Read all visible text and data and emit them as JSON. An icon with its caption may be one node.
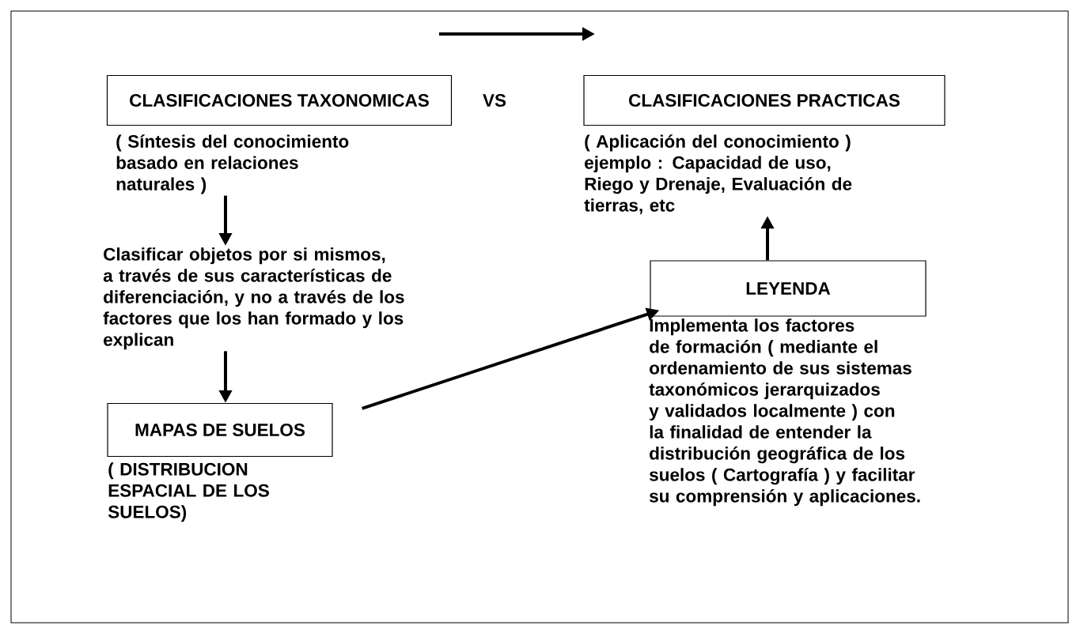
{
  "diagram": {
    "nodes": [
      {
        "text": [
          "CLASIFICACIONES TAXONOMICAS"
        ],
        "beside": [
          "( Síntesis del conocimiento basado en relaciones naturales )"
        ]
      },
      {
        "text": [
          "CLASIFICACIONES PRACTICAS"
        ],
        "beside": [
          "( Aplicación del conocimiento )",
          "ejemplo : Capacidad de uso, Riego y Drenaje, Evaluación de tierras, etc"
        ]
      },
      {
        "text": [
          "Clasificar objetos por si mismos, a través de sus características de diferenciación, y no a través de los factores que los han formado y los explican"
        ]
      },
      {
        "text": [
          "LEYENDA"
        ],
        "beside": [
          "Implementa los factores de formación ( mediante el ordenamiento de sus sistemas taxonómicos jerarquizados y validados localmente ) con la finalidad de entender la distribución geográfica de los suelos ( Cartografía ) y facilitar su comprensión y aplicaciones."
        ]
      },
      {
        "text": [
          "MAPAS DE SUELOS"
        ],
        "beside": [
          "( DISTRIBUCION ESPACIAL DE LOS SUELOS)"
        ]
      }
    ],
    "edges": [
      {
        "from": 0,
        "to": 2,
        "arrow": "to"
      },
      {
        "from": 2,
        "to": 4,
        "arrow": "to"
      },
      {
        "from": 4,
        "to": 3,
        "arrow": "to"
      },
      {
        "from": 3,
        "to": 1,
        "arrow": "to"
      }
    ],
    "labels": [
      "VS"
    ]
  }
}
